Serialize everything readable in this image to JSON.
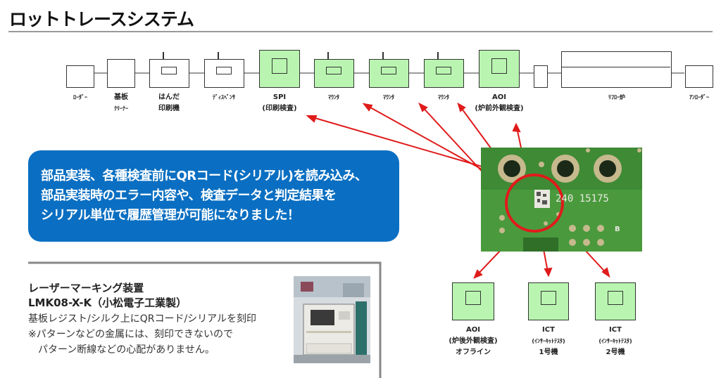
{
  "title": "ロットトレースシステム",
  "line": {
    "stations": [
      {
        "id": "loader",
        "label1": "ﾛｰﾀﾞｰ",
        "label2": ""
      },
      {
        "id": "cleaner",
        "label1": "基板",
        "label2": "ｸﾘｰﾅｰ"
      },
      {
        "id": "printer",
        "label1": "はんだ",
        "label2": "印刷機"
      },
      {
        "id": "dispenser",
        "label1": "ﾃﾞｨｽﾍﾟﾝｻ",
        "label2": ""
      },
      {
        "id": "spi",
        "label1": "SPI",
        "label2": "(印刷検査)"
      },
      {
        "id": "mounter1",
        "label1": "ﾏｳﾝﾀ",
        "label2": ""
      },
      {
        "id": "mounter2",
        "label1": "ﾏｳﾝﾀ",
        "label2": ""
      },
      {
        "id": "mounter3",
        "label1": "ﾏｳﾝﾀ",
        "label2": ""
      },
      {
        "id": "aoi",
        "label1": "AOI",
        "label2": "(炉前外観検査)"
      },
      {
        "id": "reflow",
        "label1": "ﾘﾌﾛｰ炉",
        "label2": ""
      },
      {
        "id": "unloader",
        "label1": "ｱﾝﾛｰﾀﾞｰ",
        "label2": ""
      }
    ]
  },
  "callout": {
    "line1": "部品実装、各種検査前にQRコード(シリアル)を読み込み、",
    "line2": "部品実装時のエラー内容や、検査データと判定結果を",
    "line3": "シリアル単位で履歴管理が可能になりました！"
  },
  "pcb": {
    "serial_text": "240 15175",
    "marker_b": "B"
  },
  "offline": [
    {
      "id": "aoi_offline",
      "label1": "AOI",
      "label2": "(炉後外観検査)",
      "label3": "オフライン"
    },
    {
      "id": "ict1",
      "label1": "ICT",
      "label2": "(ｲﾝｻｰｷｯﾄﾃｽﾀ)",
      "label3": "1号機"
    },
    {
      "id": "ict2",
      "label1": "ICT",
      "label2": "(ｲﾝｻｰｷｯﾄﾃｽﾀ)",
      "label3": "2号機"
    }
  ],
  "device": {
    "title1": "レーザーマーキング装置",
    "title2": "LMK08-X-K（小松電子工業製）",
    "desc1": "基板レジスト/シルク上にQRコード/シリアルを刻印",
    "desc2": "※パターンなどの金属には、刻印できないので",
    "desc3": "　パターン断線などの心配がありません。"
  },
  "colors": {
    "accent_blue": "#0a6fc2",
    "station_green": "#b9f5b0",
    "arrow_red": "#e01b1b",
    "pcb_green": "#3f8a35"
  }
}
